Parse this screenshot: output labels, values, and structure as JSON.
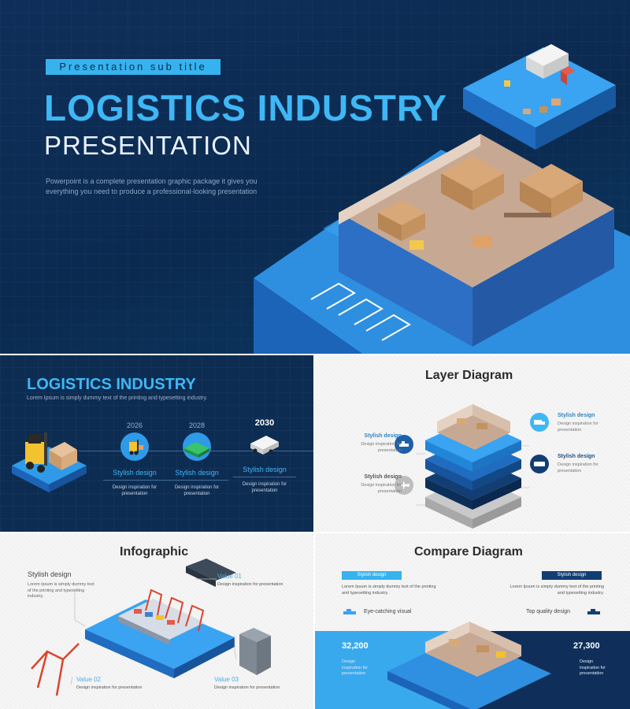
{
  "hero": {
    "sub_title": "Presentation sub title",
    "title": "LOGISTICS INDUSTRY",
    "title2": "PRESENTATION",
    "description": "Powerpoint is a complete presentation graphic package it gives you everything you need to produce a professional-looking presentation"
  },
  "timeline": {
    "title": "LOGISTICS INDUSTRY",
    "description": "Lorem Ipsum is simply dummy text of the printing and typesetting industry.",
    "items": [
      {
        "year": "2026",
        "label": "Stylish design",
        "desc": "Design inspiration for presentation"
      },
      {
        "year": "2028",
        "label": "Stylish design",
        "desc": "Design inspiration for presentation"
      },
      {
        "year": "2030",
        "label": "Stylish design",
        "desc": "Design inspiration for presentation"
      }
    ]
  },
  "layer_diagram": {
    "title": "Layer Diagram",
    "items": [
      {
        "title": "Stylish design",
        "desc": "Design inspiration for presentation"
      },
      {
        "title": "Stylish design",
        "desc": "Design inspiration for presentation"
      },
      {
        "title": "Stylish design",
        "desc": "Design inspiration for presentation"
      },
      {
        "title": "Stylish design",
        "desc": "Design inspiration for presentation"
      }
    ]
  },
  "infographic": {
    "title": "Infographic",
    "stylish": "Stylish design",
    "stylish_desc": "Lorem Ipsum is simply dummy text of the printing and typesetting industry.",
    "values": [
      {
        "label": "Value 01",
        "desc": "Design inspiration for presentation"
      },
      {
        "label": "Value 02",
        "desc": "Design inspiration for presentation"
      },
      {
        "label": "Value 03",
        "desc": "Design inspiration for presentation"
      }
    ]
  },
  "compare": {
    "title": "Compare Diagram",
    "left": {
      "tag": "Stylish design",
      "desc": "Lorem Ipsum is simply dummy text of the printing and typesetting industry.",
      "feature": "Eye-catching visual",
      "number": "32,200",
      "num_desc": "Design inspiration for presentation"
    },
    "right": {
      "tag": "Stylish design",
      "desc": "Lorem Ipsum is simply dummy text of the printing and typesetting industry.",
      "feature": "Top quality design",
      "number": "27,300",
      "num_desc": "Design inspiration for presentation"
    }
  },
  "colors": {
    "navy": "#0d2c52",
    "accent_blue": "#3fb7f5",
    "mid_blue": "#2d85c6",
    "dark_navy": "#0f2f5a"
  }
}
